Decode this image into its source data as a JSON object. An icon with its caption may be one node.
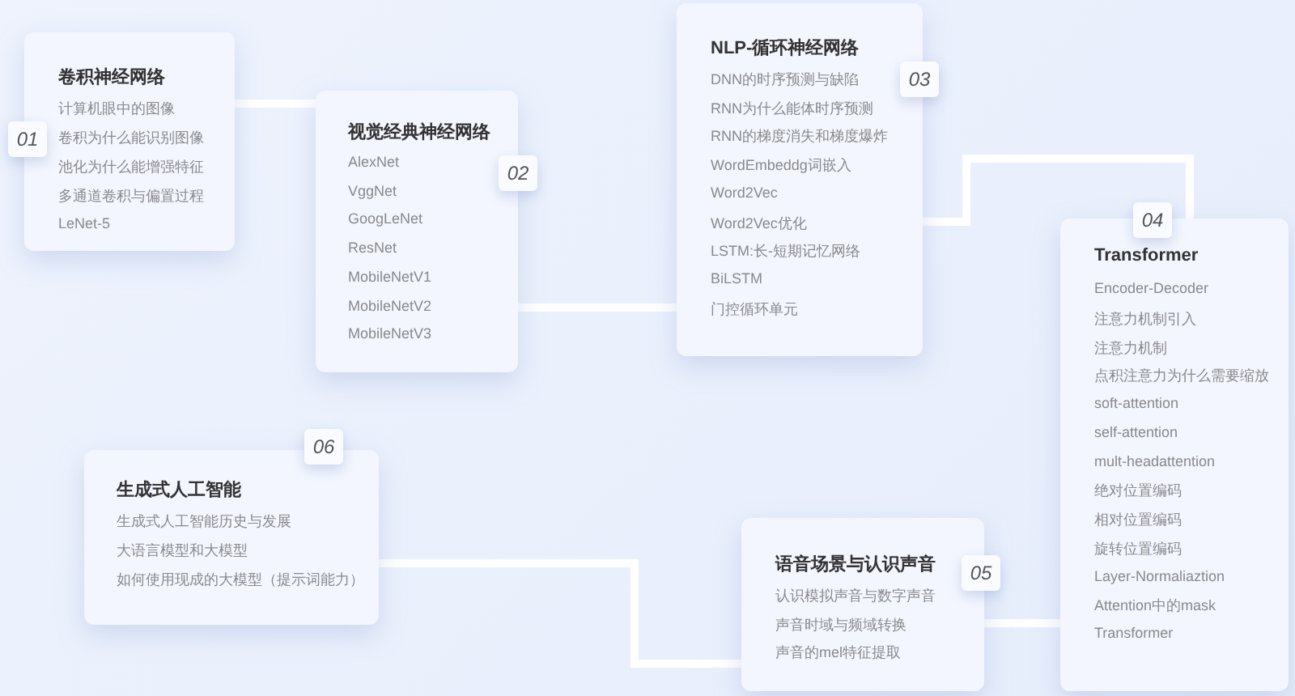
{
  "diagram": {
    "nodes": [
      {
        "text": [
          "01",
          "卷积神经网络",
          "计算机眼中的图像",
          "卷积为什么能识别图像",
          "池化为什么能增强特征",
          "多通道卷积与偏置过程",
          "LeNet-5"
        ]
      },
      {
        "text": [
          "02",
          "视觉经典神经网络",
          "AlexNet",
          "VggNet",
          "GoogLeNet",
          "ResNet",
          "MobileNetV1",
          "MobileNetV2",
          "MobileNetV3"
        ]
      },
      {
        "text": [
          "03",
          "NLP-循环神经网络",
          "DNN的时序预测与缺陷",
          "RNN为什么能体时序预测",
          "RNN的梯度消失和梯度爆炸",
          "WordEmbeddg词嵌入",
          "Word2Vec",
          "Word2Vec优化",
          "LSTM:长-短期记忆网络",
          "BiLSTM",
          "门控循环单元"
        ]
      },
      {
        "text": [
          "04",
          "Transformer",
          "Encoder-Decoder",
          "注意力机制引入",
          "注意力机制",
          "点积注意力为什么需要缩放",
          "soft-attention",
          "self-attention",
          "mult-headattention",
          "绝对位置编码",
          "相对位置编码",
          "旋转位置编码",
          "Layer-Normaliaztion",
          "Attention中的mask",
          "Transformer"
        ]
      },
      {
        "text": [
          "05",
          "语音场景与认识声音",
          "认识模拟声音与数字声音",
          "声音时域与频域转换",
          "声音的mel特征提取"
        ]
      },
      {
        "text": [
          "06",
          "生成式人工智能",
          "生成式人工智能历史与发展",
          "大语言模型和大模型",
          "如何使用现成的大模型（提示词能力）"
        ]
      }
    ],
    "edges": [
      {
        "from": 0,
        "to": 1,
        "arrow": "none"
      },
      {
        "from": 1,
        "to": 2,
        "arrow": "none"
      },
      {
        "from": 2,
        "to": 3,
        "arrow": "none"
      },
      {
        "from": 3,
        "to": 4,
        "arrow": "none"
      },
      {
        "from": 4,
        "to": 5,
        "arrow": "none"
      }
    ]
  }
}
